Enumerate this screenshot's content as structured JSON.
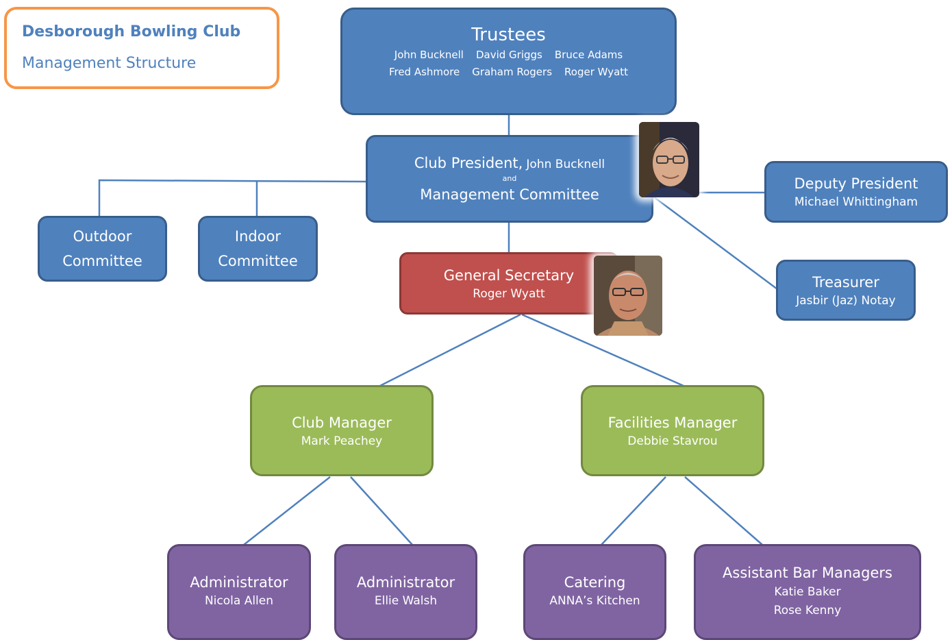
{
  "header": {
    "club_name": "Desborough Bowling Club",
    "subtitle": "Management Structure"
  },
  "trustees": {
    "title": "Trustees",
    "names_row1": [
      "John Bucknell",
      "David Griggs",
      "Bruce Adams"
    ],
    "names_row2": [
      "Fred Ashmore",
      "Graham Rogers",
      "Roger Wyatt"
    ]
  },
  "president": {
    "role": "Club President,",
    "name": "John Bucknell",
    "connector": "and",
    "committee": "Management Committee"
  },
  "deputy": {
    "role": "Deputy President",
    "name": "Michael Whittingham"
  },
  "treasurer": {
    "role": "Treasurer",
    "name": "Jasbir (Jaz) Notay"
  },
  "outdoor": {
    "line1": "Outdoor",
    "line2": "Committee"
  },
  "indoor": {
    "line1": "Indoor",
    "line2": "Committee"
  },
  "secretary": {
    "role": "General Secretary",
    "name": "Roger Wyatt"
  },
  "club_manager": {
    "role": "Club Manager",
    "name": "Mark Peachey"
  },
  "facilities_manager": {
    "role": "Facilities Manager",
    "name": "Debbie Stavrou"
  },
  "admin1": {
    "role": "Administrator",
    "name": "Nicola Allen"
  },
  "admin2": {
    "role": "Administrator",
    "name": "Ellie Walsh"
  },
  "catering": {
    "role": "Catering",
    "name": "ANNA’s Kitchen"
  },
  "bar": {
    "role": "Assistant Bar Managers",
    "name1": "Katie Baker",
    "name2": "Rose Kenny"
  },
  "colors": {
    "blue": "#4f81bd",
    "red": "#c0504d",
    "green": "#9bbb59",
    "purple": "#8064a2",
    "orange_border": "#f79646",
    "connector": "#4f81bd"
  }
}
